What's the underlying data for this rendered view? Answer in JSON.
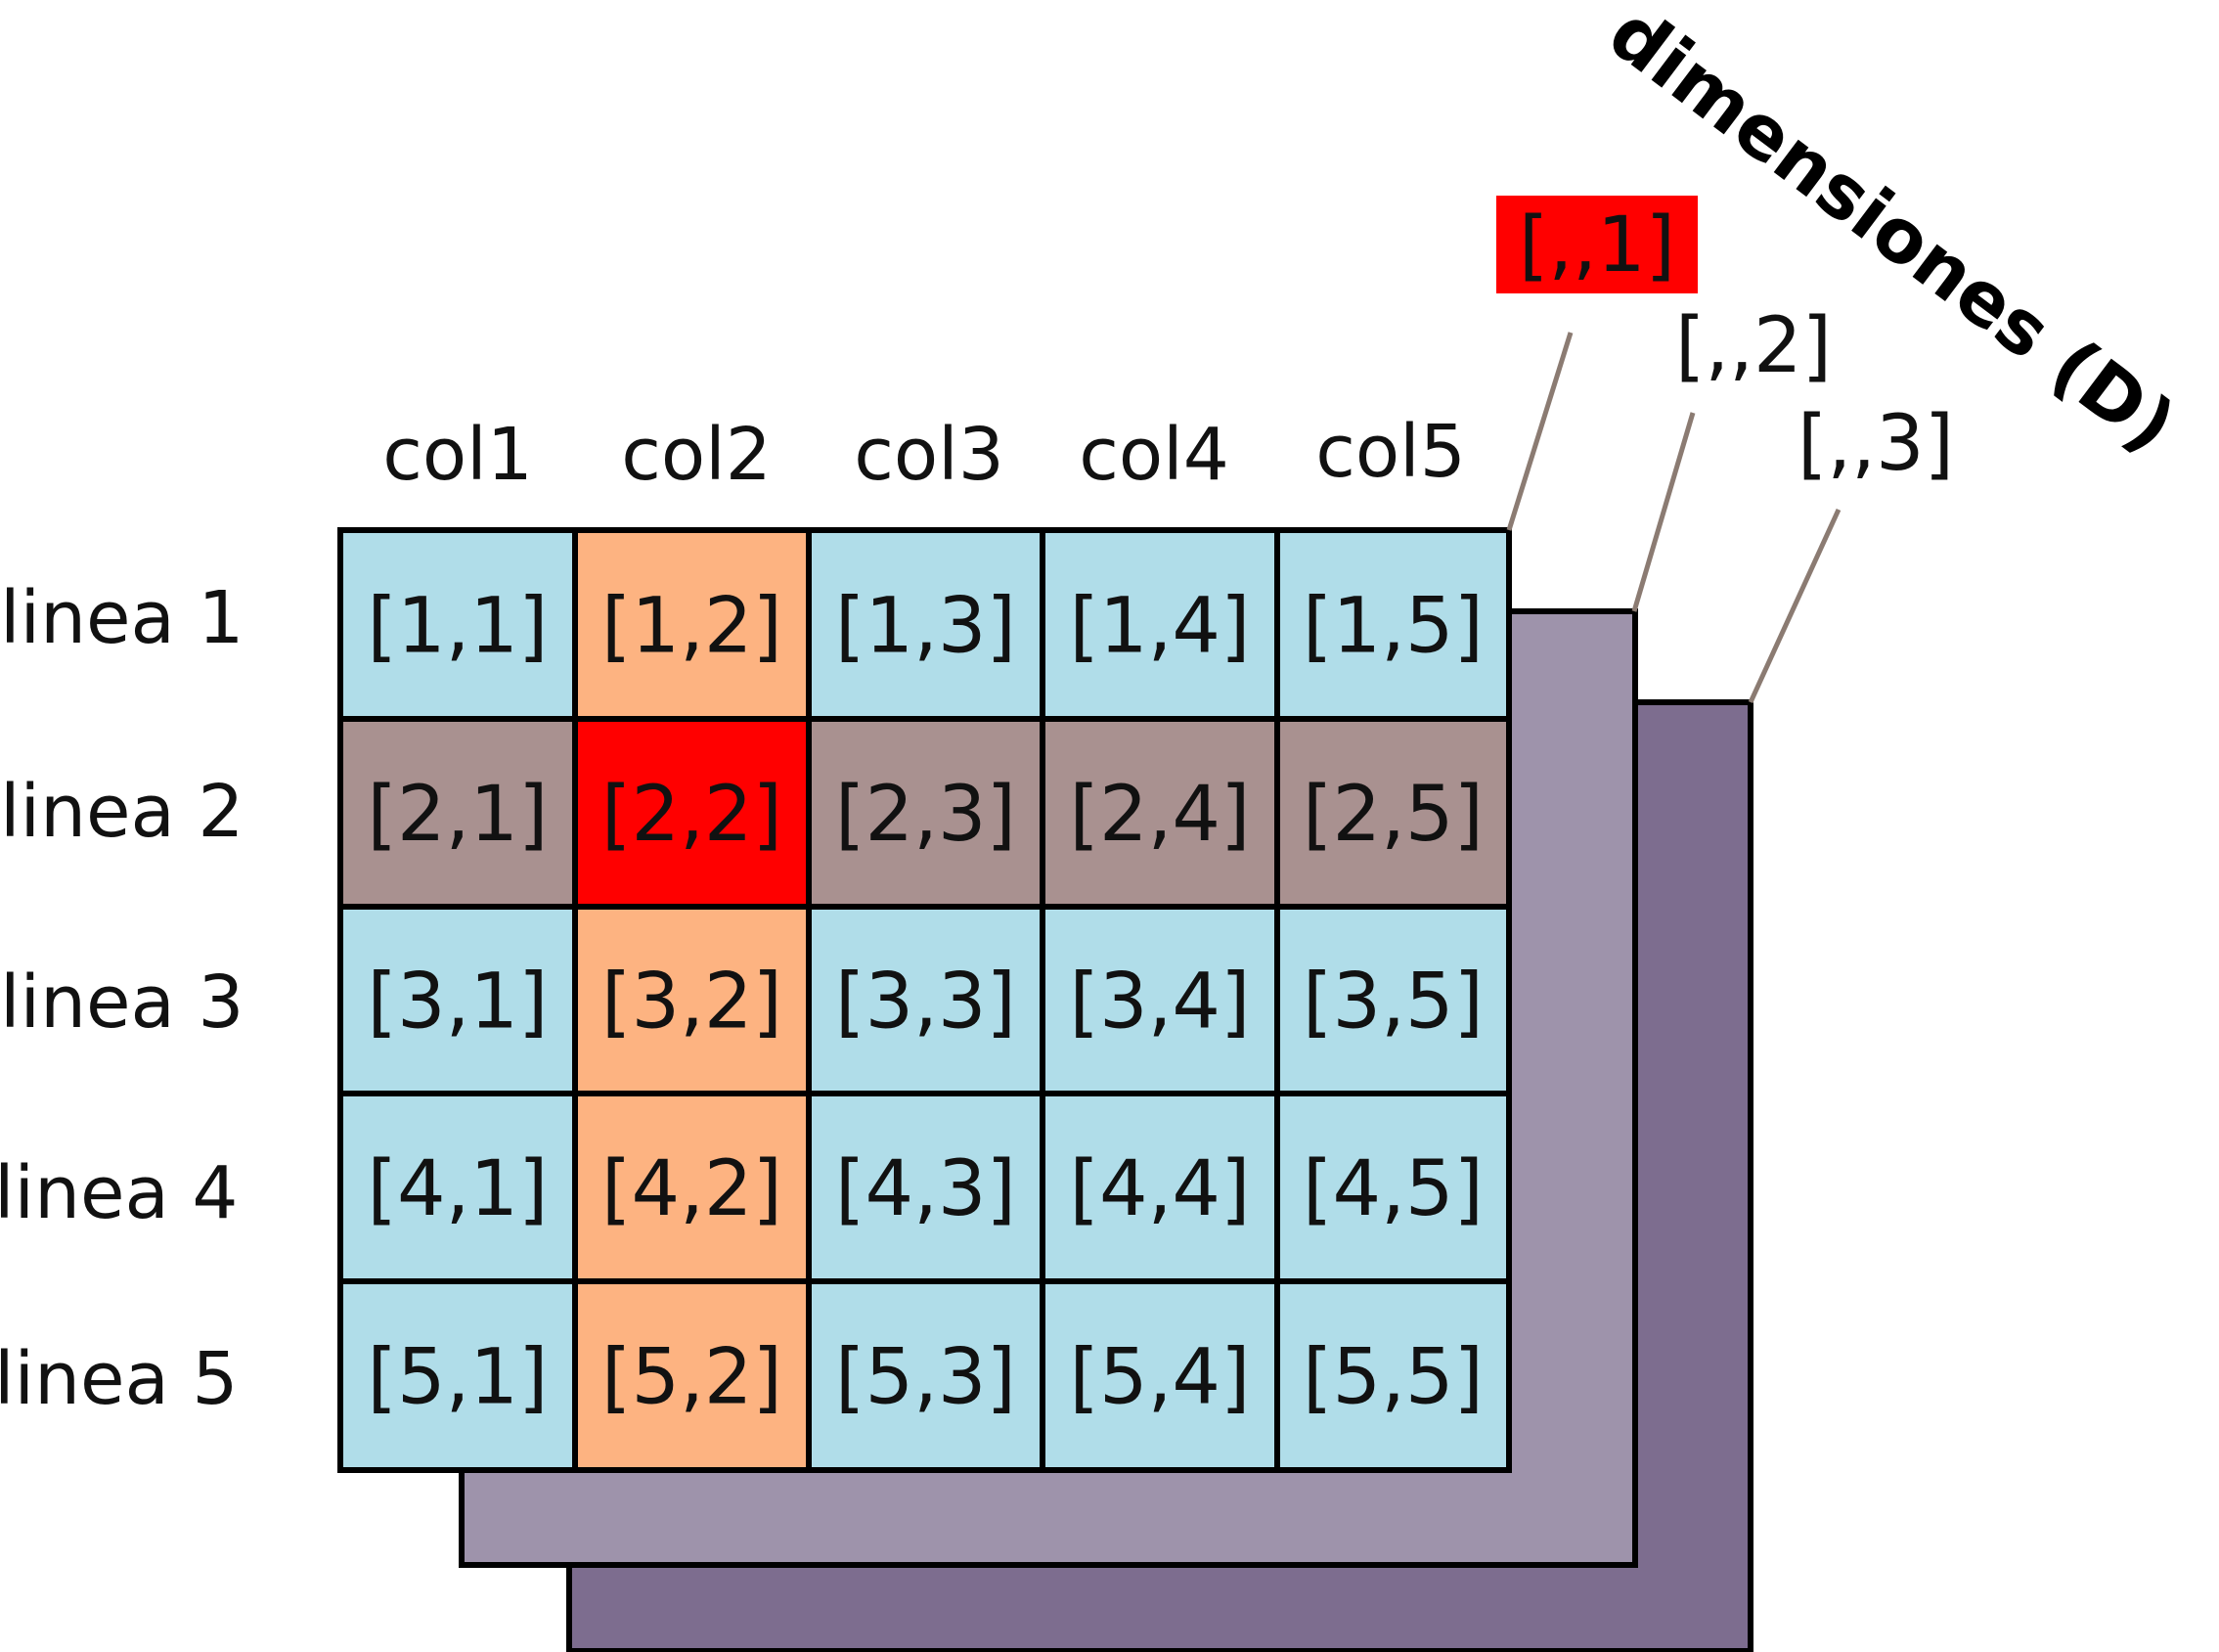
{
  "columns": [
    "col1",
    "col2",
    "col3",
    "col4",
    "col5"
  ],
  "rows": [
    "linea 1",
    "linea 2",
    "linea 3",
    "linea 4",
    "linea 5"
  ],
  "cells": [
    [
      "[1,1]",
      "[1,2]",
      "[1,3]",
      "[1,4]",
      "[1,5]"
    ],
    [
      "[2,1]",
      "[2,2]",
      "[2,3]",
      "[2,4]",
      "[2,5]"
    ],
    [
      "[3,1]",
      "[3,2]",
      "[3,3]",
      "[3,4]",
      "[3,5]"
    ],
    [
      "[4,1]",
      "[4,2]",
      "[4,3]",
      "[4,4]",
      "[4,5]"
    ],
    [
      "[5,1]",
      "[5,2]",
      "[5,3]",
      "[5,4]",
      "[5,5]"
    ]
  ],
  "layers": [
    "[,,1]",
    "[,,2]",
    "[,,3]"
  ],
  "dimensions_title": "dimensiones (D)",
  "colors": {
    "cell_default": "#b0dde9",
    "column_highlight": "#fdb381",
    "row_highlight": "#a99190",
    "intersection": "#ff0000",
    "layer1_label_bg": "#ff0000",
    "layer2": "#9e93ab",
    "layer3": "#7d6d8f",
    "leader_line": "#8b7b72"
  },
  "highlight": {
    "row": 2,
    "column": 2,
    "layer": 1
  }
}
